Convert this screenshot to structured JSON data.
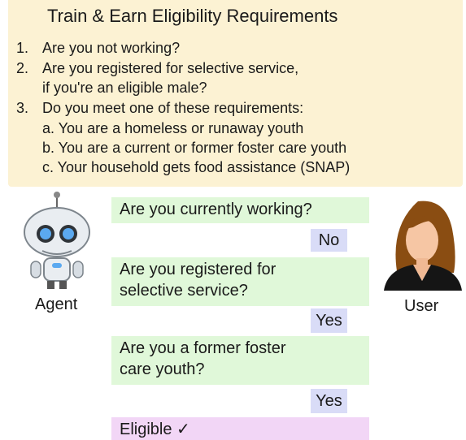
{
  "requirements": {
    "title": "Train & Earn Eligibility Requirements",
    "items": [
      {
        "num": "1.",
        "text": "Are you not working?"
      },
      {
        "num": "2.",
        "text": "Are you registered for selective service,"
      },
      {
        "num": "",
        "text": "if you're an eligible male?"
      },
      {
        "num": "3.",
        "text": "Do you meet one of these requirements:"
      }
    ],
    "subitems": [
      "a. You are a homeless or runaway youth",
      "b. You are a current or former foster care youth",
      "c. Your household gets food assistance (SNAP)"
    ]
  },
  "participants": {
    "agent": {
      "label": "Agent",
      "icon": "robot-icon"
    },
    "user": {
      "label": "User",
      "icon": "woman-avatar-icon"
    }
  },
  "dialog": {
    "agent_1": "Are you currently working?",
    "user_1": "No",
    "agent_2_line1": "Are you registered for",
    "agent_2_line2": "selective service?",
    "user_2": "Yes",
    "agent_3_line1": "Are you a former foster",
    "agent_3_line2": "care youth?",
    "user_3": "Yes",
    "result": "Eligible ✓"
  },
  "colors": {
    "requirements_bg": "#fcf2d3",
    "agent_bubble": "#e0f8d9",
    "user_bubble": "#d9dcf7",
    "result_bubble": "#f2d6f6"
  }
}
